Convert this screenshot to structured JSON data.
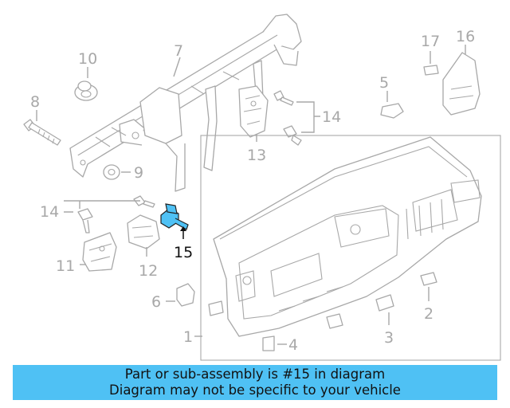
{
  "banner": {
    "line1": "Part or sub-assembly is #15 in diagram",
    "line2": "Diagram may not be specific to your vehicle",
    "background": "#4fc1f4"
  },
  "callouts": {
    "c1": "1",
    "c2": "2",
    "c3": "3",
    "c4": "4",
    "c5": "5",
    "c6": "6",
    "c7": "7",
    "c8": "8",
    "c9": "9",
    "c10": "10",
    "c11": "11",
    "c12": "12",
    "c13": "13",
    "c14a": "14",
    "c14b": "14",
    "c15": "15",
    "c16": "16",
    "c17": "17"
  },
  "highlight": {
    "part": "15",
    "color": "#4fc1f4"
  }
}
